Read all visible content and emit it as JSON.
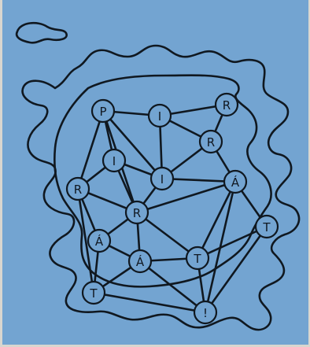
{
  "colors": {
    "background": "#73a4d1",
    "ink": "#101820",
    "page_edge": "#d9d6cf"
  },
  "nodes": [
    {
      "id": "n1",
      "label": "P"
    },
    {
      "id": "n2",
      "label": "I"
    },
    {
      "id": "n3",
      "label": "R"
    },
    {
      "id": "n4",
      "label": "R"
    },
    {
      "id": "n5",
      "label": "I"
    },
    {
      "id": "n6",
      "label": "I"
    },
    {
      "id": "n7",
      "label": "R"
    },
    {
      "id": "n8",
      "label": "Á"
    },
    {
      "id": "n9",
      "label": "R"
    },
    {
      "id": "n10",
      "label": "T"
    },
    {
      "id": "n11",
      "label": "Á"
    },
    {
      "id": "n12",
      "label": "Á"
    },
    {
      "id": "n13",
      "label": "T"
    },
    {
      "id": "n14",
      "label": "T"
    },
    {
      "id": "n15",
      "label": "!"
    }
  ],
  "edges": [
    [
      "n1",
      "n2"
    ],
    [
      "n1",
      "n5"
    ],
    [
      "n1",
      "n7"
    ],
    [
      "n1",
      "n6"
    ],
    [
      "n1",
      "n9"
    ],
    [
      "n2",
      "n3"
    ],
    [
      "n2",
      "n4"
    ],
    [
      "n2",
      "n6"
    ],
    [
      "n3",
      "n4"
    ],
    [
      "n4",
      "n6"
    ],
    [
      "n4",
      "n8"
    ],
    [
      "n5",
      "n7"
    ],
    [
      "n5",
      "n9"
    ],
    [
      "n5",
      "n6"
    ],
    [
      "n6",
      "n8"
    ],
    [
      "n6",
      "n9"
    ],
    [
      "n7",
      "n9"
    ],
    [
      "n7",
      "n11"
    ],
    [
      "n7",
      "n14"
    ],
    [
      "n8",
      "n9"
    ],
    [
      "n8",
      "n10"
    ],
    [
      "n8",
      "n13"
    ],
    [
      "n8",
      "n15"
    ],
    [
      "n9",
      "n11"
    ],
    [
      "n9",
      "n12"
    ],
    [
      "n9",
      "n13"
    ],
    [
      "n10",
      "n13"
    ],
    [
      "n10",
      "n15"
    ],
    [
      "n11",
      "n12"
    ],
    [
      "n11",
      "n14"
    ],
    [
      "n12",
      "n13"
    ],
    [
      "n12",
      "n14"
    ],
    [
      "n12",
      "n15"
    ],
    [
      "n13",
      "n15"
    ],
    [
      "n14",
      "n15"
    ]
  ]
}
